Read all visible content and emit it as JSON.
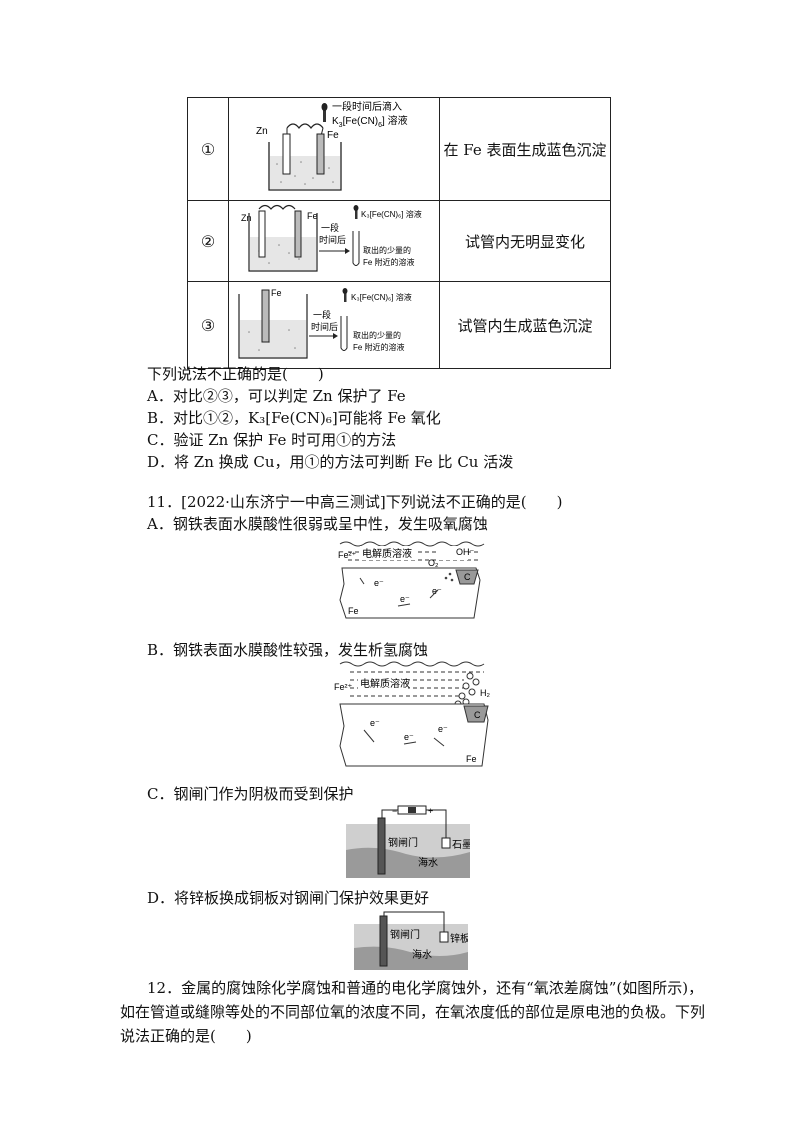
{
  "table": {
    "rows": [
      {
        "num": "①",
        "result": "在 Fe 表面生成蓝色沉淀",
        "labels": {
          "zn": "Zn",
          "fe": "Fe",
          "drop_text": "一段时间后滴入",
          "reagent_prefix": "K",
          "reagent_main": "[Fe(CN)",
          "reagent_end": "] 溶液"
        }
      },
      {
        "num": "②",
        "result": "试管内无明显变化",
        "labels": {
          "zn": "Zn",
          "fe": "Fe",
          "time1": "一段",
          "time2": "时间后",
          "reagent": "K₃[Fe(CN)₆] 溶液",
          "sample1": "取出的少量的",
          "sample2": "Fe 附近的溶液"
        }
      },
      {
        "num": "③",
        "result": "试管内生成蓝色沉淀",
        "labels": {
          "fe": "Fe",
          "time1": "一段",
          "time2": "时间后",
          "reagent": "K₃[Fe(CN)₆] 溶液",
          "sample1": "取出的少量的",
          "sample2": "Fe 附近的溶液"
        }
      }
    ]
  },
  "q10": {
    "stem": "下列说法不正确的是(　　)",
    "a": "A．对比②③，可以判定 Zn 保护了 Fe",
    "b": "B．对比①②，K₃[Fe(CN)₆]可能将 Fe 氧化",
    "c": "C．验证 Zn 保护 Fe 时可用①的方法",
    "d": "D．将 Zn 换成 Cu，用①的方法可判断 Fe 比 Cu 活泼"
  },
  "q11": {
    "num": "11．",
    "source": "[2022·山东济宁一中高三测试]",
    "stem": "下列说法不正确的是(　　)",
    "a": "A．钢铁表面水膜酸性很弱或呈中性，发生吸氧腐蚀",
    "b": "B．钢铁表面水膜酸性较强，发生析氢腐蚀",
    "c": "C．钢闸门作为阴极而受到保护",
    "d": "D．将锌板换成铜板对钢闸门保护效果更好",
    "fig_a": {
      "fe2": "Fe²⁺",
      "solution": "电解质溶液",
      "oh": "OH⁻",
      "o2": "O₂",
      "c": "C",
      "e": "e⁻",
      "fe": "Fe"
    },
    "fig_b": {
      "fe2": "Fe²⁺",
      "solution": "电解质溶液",
      "h2": "H₂",
      "c": "C",
      "e": "e⁻",
      "fe": "Fe"
    },
    "fig_c": {
      "minus": "−",
      "plus": "+",
      "gate": "钢闸门",
      "graphite": "石墨",
      "sea": "海水"
    },
    "fig_d": {
      "gate": "钢闸门",
      "zinc": "锌板",
      "sea": "海水"
    }
  },
  "q12": {
    "line1": "12．金属的腐蚀除化学腐蚀和普通的电化学腐蚀外，还有“氧浓差腐蚀”(如图所示)，",
    "line2": "如在管道或缝隙等处的不同部位氧的浓度不同，在氧浓度低的部位是原电池的负极。下列",
    "line3": "说法正确的是(　　)"
  }
}
